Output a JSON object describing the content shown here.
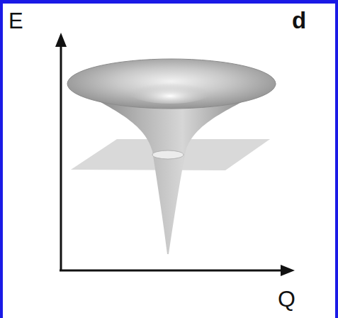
{
  "diagram": {
    "labels": [
      "E",
      "d",
      "Q"
    ]
  }
}
